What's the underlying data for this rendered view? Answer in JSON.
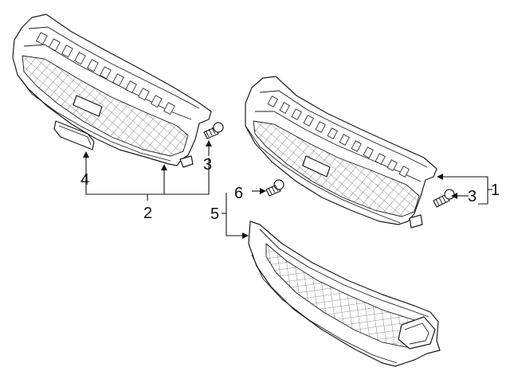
{
  "callouts": {
    "c1": "1",
    "c2": "2",
    "c3a": "3",
    "c3b": "3",
    "c4": "4",
    "c5": "5",
    "c6": "6"
  },
  "colors": {
    "line": "#1c1c1c",
    "background": "#ffffff"
  }
}
